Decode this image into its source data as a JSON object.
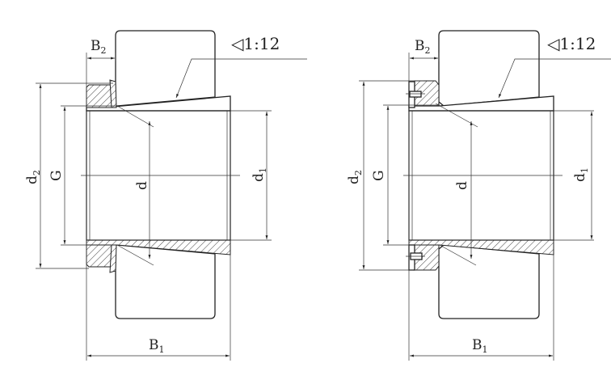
{
  "drawings": [
    {
      "name": "adapter-sleeve-with-locknut",
      "labels": {
        "B2": {
          "main": "B",
          "sub": "2"
        },
        "B1": {
          "main": "B",
          "sub": "1"
        },
        "d2": {
          "main": "d",
          "sub": "2"
        },
        "G": {
          "main": "G"
        },
        "d": {
          "main": "d"
        },
        "d1": {
          "main": "d",
          "sub": "1"
        },
        "taper": "◁1:12"
      }
    },
    {
      "name": "adapter-sleeve-with-bolted-nut",
      "labels": {
        "B2": {
          "main": "B",
          "sub": "2"
        },
        "B1": {
          "main": "B",
          "sub": "1"
        },
        "d2": {
          "main": "d",
          "sub": "2"
        },
        "G": {
          "main": "G"
        },
        "d": {
          "main": "d"
        },
        "d1": {
          "main": "d",
          "sub": "1"
        },
        "taper": "◁1:12"
      }
    }
  ]
}
